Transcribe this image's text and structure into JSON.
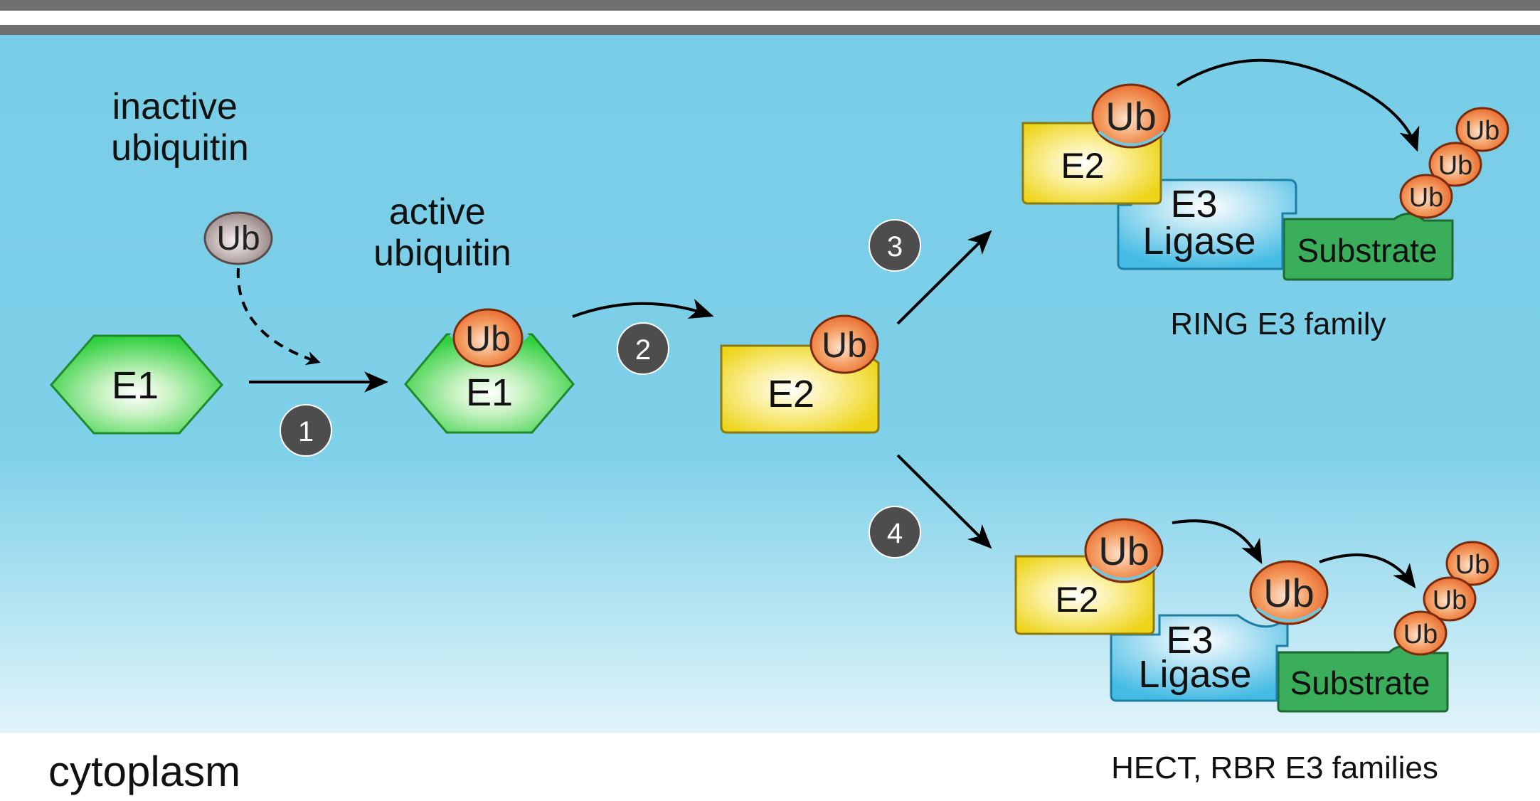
{
  "labels": {
    "inactive_ubiquitin": [
      "inactive",
      "ubiquitin"
    ],
    "active_ubiquitin": [
      "active",
      "ubiquitin"
    ],
    "cytoplasm": "cytoplasm",
    "ring_family": "RING E3 family",
    "hect_rbr_family": "HECT, RBR E3 families"
  },
  "molecules": {
    "ub": "Ub",
    "e1": "E1",
    "e2": "E2",
    "e3": [
      "E3",
      "Ligase"
    ],
    "substrate": "Substrate"
  },
  "steps": [
    "1",
    "2",
    "3",
    "4"
  ],
  "colors": {
    "background_top": "#7ccfe8",
    "background_bottom": "#ffffff",
    "header_bars": "#6f6f6f",
    "ub_orange": "#f07a3a",
    "ub_inactive_gray": "#a89898",
    "e1_green": "#3ed24a",
    "e2_yellow": "#f2dc2c",
    "e3_blue": "#4cc0e6",
    "substrate_green": "#3aae5a",
    "step_circle": "#4d4d4d"
  }
}
